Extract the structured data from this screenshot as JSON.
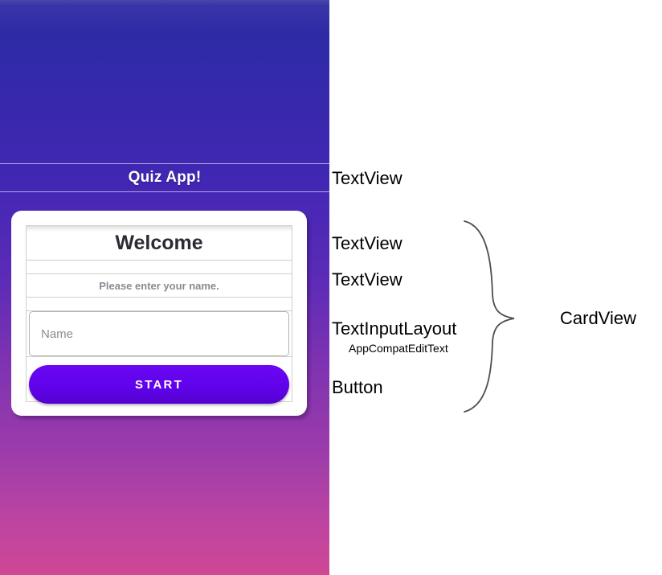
{
  "preview": {
    "title": "Quiz App!",
    "background_top_color": "#2e2aa6",
    "background_bottom_color": "#cf4795",
    "card": {
      "heading": "Welcome",
      "prompt": "Please enter your name.",
      "name_input_placeholder": "Name",
      "name_input_value": "",
      "start_button_label": "START",
      "start_button_color": "#6003ec",
      "card_background": "#ffffff"
    }
  },
  "annotations": {
    "title_textview": "TextView",
    "heading_textview": "TextView",
    "prompt_textview": "TextView",
    "text_input_layout": "TextInputLayout",
    "app_compat_edit_text": "AppCompatEditText",
    "button": "Button",
    "card_view": "CardView"
  }
}
